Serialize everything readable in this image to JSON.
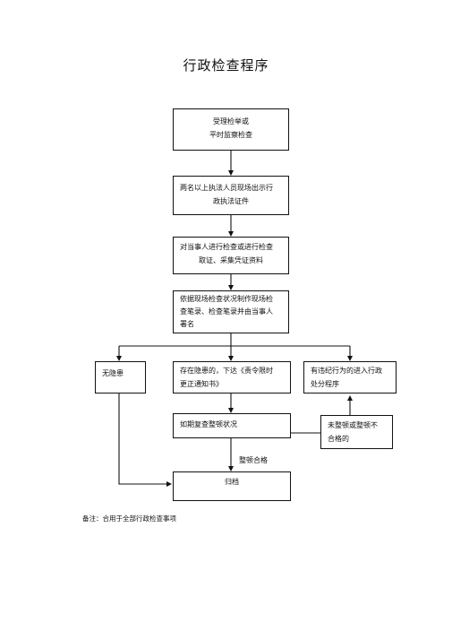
{
  "title": "行政检查程序",
  "nodes": {
    "start": {
      "line1": "受理检举或",
      "line2": "平时监察检查"
    },
    "show_id": {
      "line1": "两名以上执法人员现场出示行",
      "line2": "政执法证件"
    },
    "inspect": {
      "line1": "对当事人进行检查或进行检查",
      "line2": "取证、采集凭证资料"
    },
    "record": {
      "line1": "依据现场检查状况制作现场检",
      "line2": "查笔录、检查笔录并由当事人",
      "line3": "署名"
    },
    "no_hazard": {
      "line1": "无隐患"
    },
    "hazard": {
      "line1": "存在隐患的，下达《责令限时",
      "line2": "更正通知书》"
    },
    "violation": {
      "line1": "有违纪行为的进入行政",
      "line2": "处分程序"
    },
    "recheck": {
      "line1": "如期复查整顿状况"
    },
    "not_fixed": {
      "line1": "未整顿或整顿不",
      "line2": "合格的"
    },
    "archive": {
      "line1": "归档"
    }
  },
  "edges": {
    "qualified_label": "整顿合格"
  },
  "note": "备注：合用于全部行政检查事项"
}
